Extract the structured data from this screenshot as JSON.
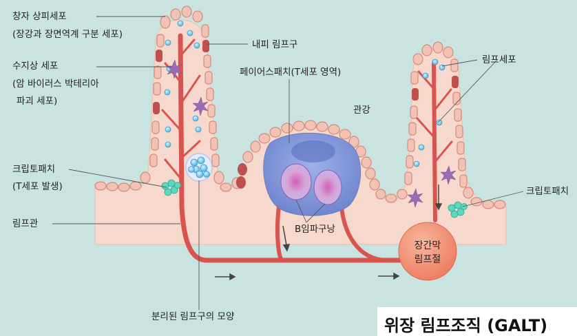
{
  "labels": {
    "absorptive_epithelial_cell": "창자 상피세포",
    "absorptive_epithelial_cell_note": "(장강과 장면역계 구분 세포)",
    "dendritic_cell": "수지상 세포",
    "dendritic_cell_note_1": "(암 바이러스 박테리아",
    "dendritic_cell_note_2": "파괴 세포)",
    "crypt_patch_left": "크립토패치",
    "crypt_patch_left_note": "(T세포 발생)",
    "lymph_vessel": "림프관",
    "isolated_lymphoid": "분리된 림프구의 모양",
    "intraepithelial_lymphocyte": "내피 림프구",
    "peyers_patch": "페이어스패치(T세포 영역)",
    "lumen": "관강",
    "lymphocyte_right": "림프세포",
    "crypt_patch_right": "크립토패치",
    "b_follicle": "B임파구낭",
    "mesenteric_node_1": "장간막",
    "mesenteric_node_2": "림프절"
  },
  "title": "위장 림프조직 (GALT)",
  "colors": {
    "background": "#c9e3e1",
    "tissue": "#f6d9cc",
    "cell": "#f2c2b4",
    "cell_border": "#d8897c",
    "dark_cell": "#c0504d",
    "vessel": "#d9534f",
    "peyers_patch": "#7f93d6",
    "follicle": "#b9a3d8",
    "node": "#f08a6e",
    "lymphocyte": "#6ec6ea",
    "crypt_patch": "#5fd6bf",
    "dendritic": "#9b6bb5",
    "leader": "#555555"
  }
}
